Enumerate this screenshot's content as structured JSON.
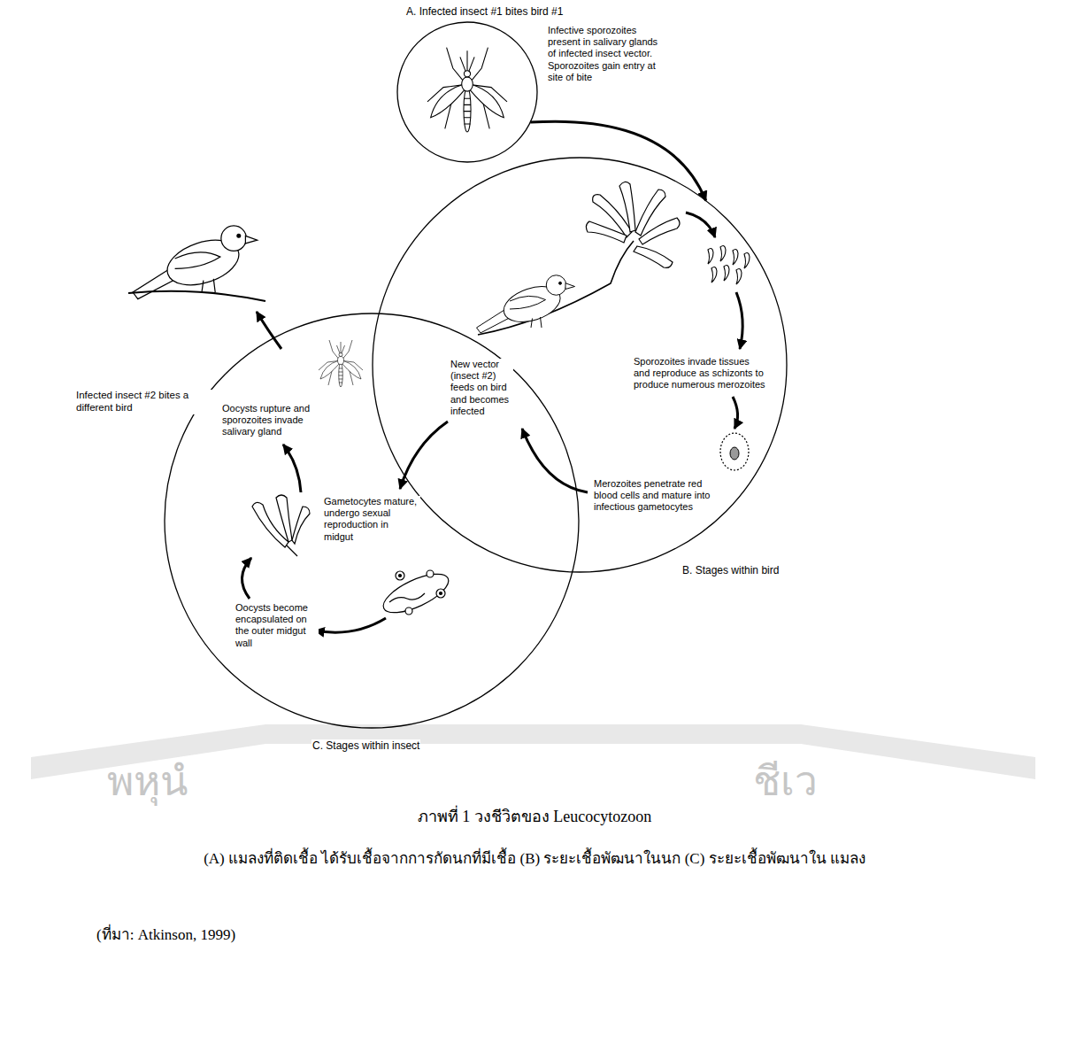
{
  "diagram": {
    "caption": "ภาพที่ 1 วงชีวิตของ Leucocytozoon",
    "nodes": [
      {
        "text": [
          "A. Infected insect #1 bites bird #1",
          "Infective sporozoites present in salivary glands of infected insect vector. Sporozoites gain entry at site of bite"
        ]
      },
      {
        "text": [
          "Sporozoites invade tissues and reproduce as schizonts to produce numerous merozoites",
          "Merozoites penetrate red blood cells and mature into infectious gametocytes",
          "B. Stages within bird"
        ]
      },
      {
        "text": [
          "New vector (insect #2) feeds on bird and becomes infected",
          "Oocysts rupture and sporozoites invade salivary gland",
          "Gametocytes mature, undergo sexual reproduction in midgut",
          "Oocysts become encapsulated on the outer midgut wall",
          "C. Stages within insect"
        ]
      }
    ],
    "edges": [
      {
        "from": 0,
        "to": 1,
        "arrow": "to"
      }
    ],
    "labels": [
      "Infected insect #2 bites a different bird",
      "(A) แมลงที่ติดเชื้อ ได้รับเชื้อจากการกัดนกที่มีเชื้อ (B) ระยะเชื้อพัฒนาในนก (C) ระยะเชื้อพัฒนาใน แมลง",
      "(ที่มา: Atkinson, 1999)",
      "พหุนํ",
      "ชีเว"
    ]
  }
}
